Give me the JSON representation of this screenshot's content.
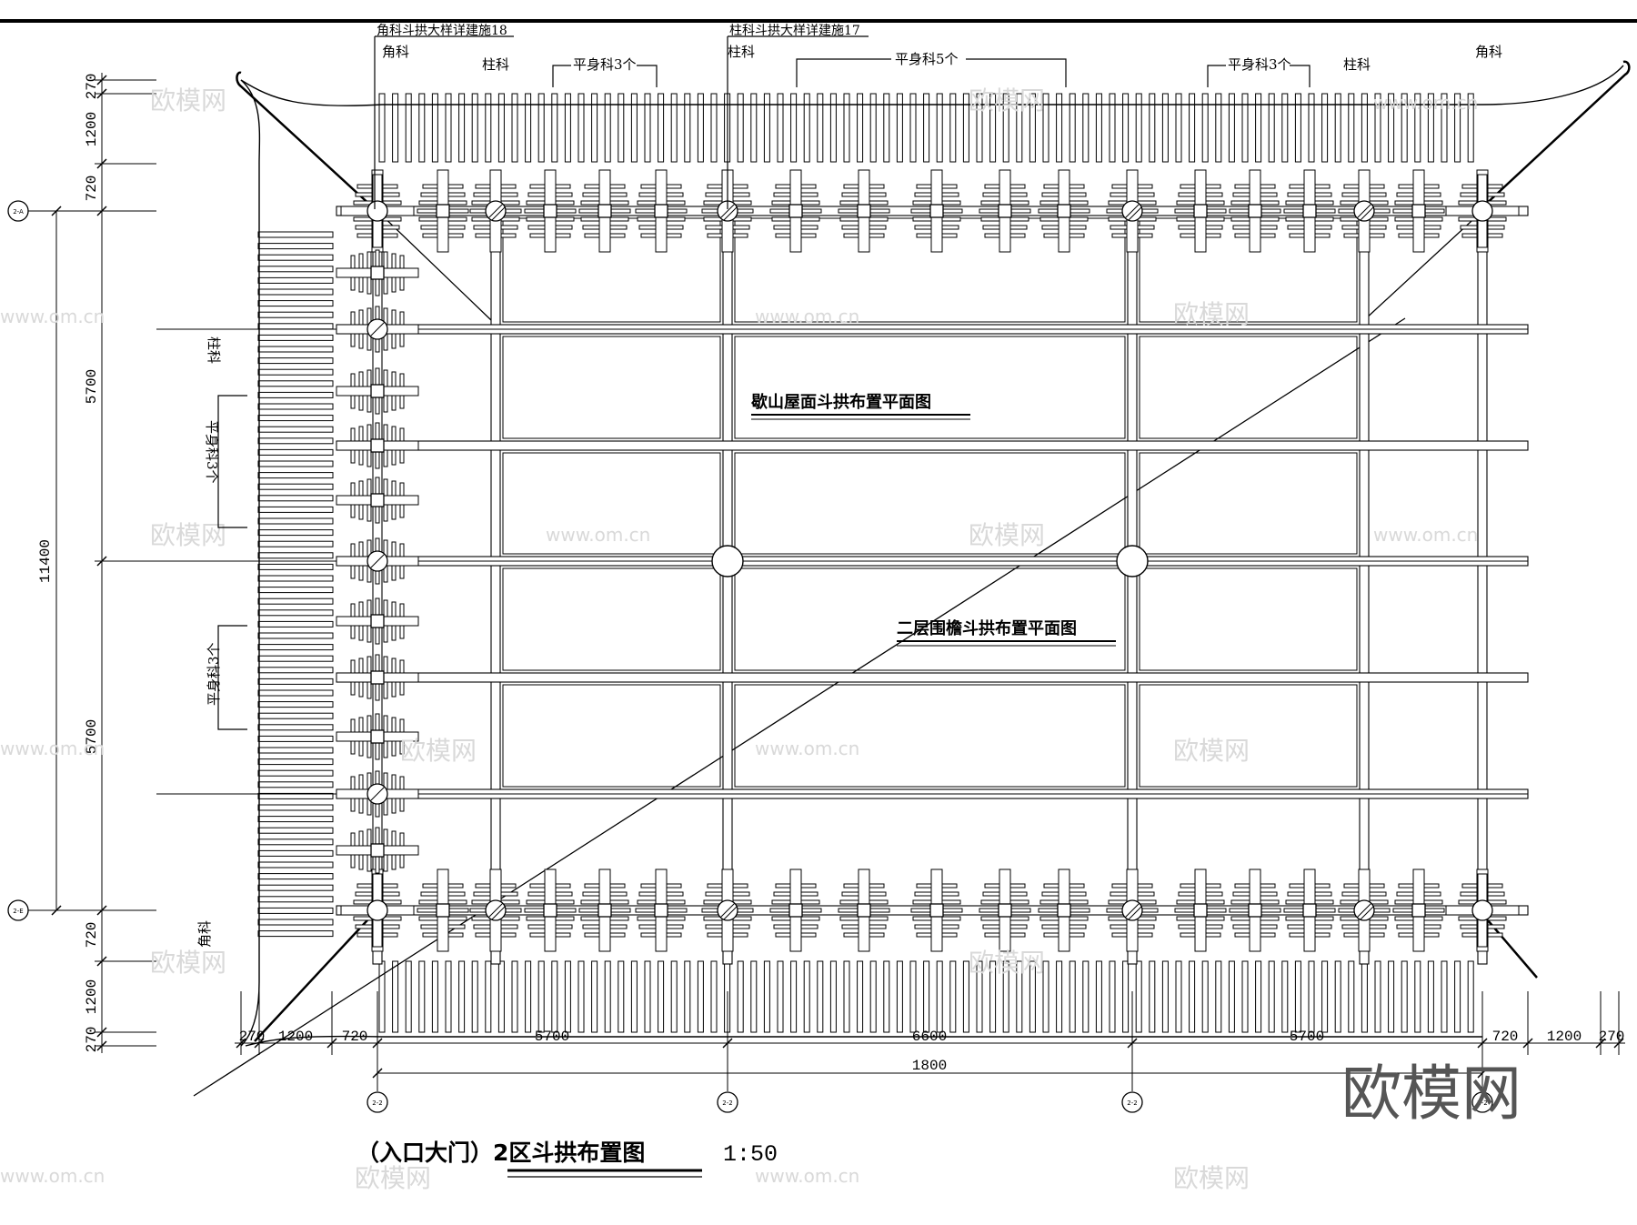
{
  "callouts": {
    "corner_detail": "角科斗拱大样详建施18",
    "column_detail": "柱科斗拱大样详建施17"
  },
  "top_labels": {
    "jiao_ke": "角科",
    "zhu_ke": "柱科",
    "ping_shen_3": "平身科3个",
    "ping_shen_5": "平身科5个"
  },
  "plan_titles": {
    "roof_plan": "歇山屋面斗拱布置平面图",
    "eave_plan": "二层围檐斗拱布置平面图"
  },
  "side_labels": {
    "zhu_ke": "柱科",
    "ping_shen_3": "平身科3个",
    "jiao_ke": "角科"
  },
  "left_dims": {
    "top_270": "270",
    "top_1200": "1200",
    "top_720": "720",
    "span_5700_a": "5700",
    "span_5700_b": "5700",
    "total": "11400",
    "bot_720": "720",
    "bot_1200": "1200",
    "bot_270": "270"
  },
  "bottom_dims": {
    "d270_l": "270",
    "d1200_l": "1200",
    "d720_l": "720",
    "d5700_a": "5700",
    "d6600": "6600",
    "d5700_b": "5700",
    "d720_r": "720",
    "d1200_r": "1200",
    "d270_r": "270",
    "overall": "1800"
  },
  "axis_bubbles": {
    "row_a": "2-A",
    "row_e": "2-E",
    "col": "2-2"
  },
  "drawing_title": "（入口大门）2区斗拱布置图",
  "scale": "1:50",
  "watermark": "欧模网",
  "watermark_url": "www.om.cn"
}
